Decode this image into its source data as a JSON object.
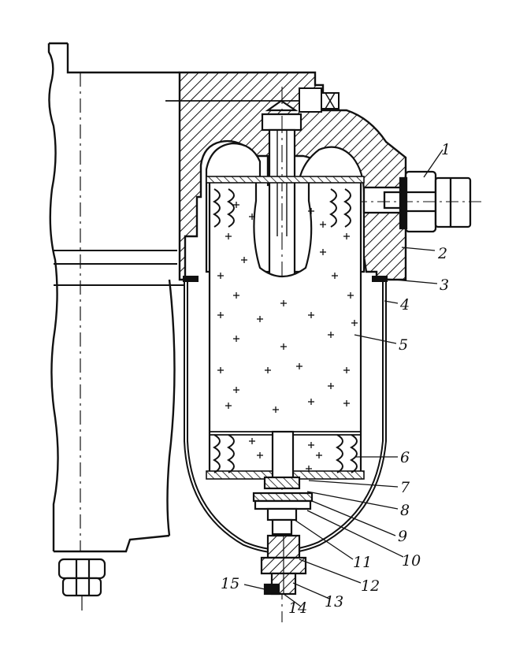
{
  "figure": {
    "kind": "technical-cross-section",
    "style": "black-and-white line drawing with hatched sections",
    "ink_color": "#111111",
    "paper_color": "#ffffff"
  },
  "callouts": [
    {
      "id": "c1",
      "label": "1"
    },
    {
      "id": "c2",
      "label": "2"
    },
    {
      "id": "c3",
      "label": "3"
    },
    {
      "id": "c4",
      "label": "4"
    },
    {
      "id": "c5",
      "label": "5"
    },
    {
      "id": "c6",
      "label": "6"
    },
    {
      "id": "c7",
      "label": "7"
    },
    {
      "id": "c8",
      "label": "8"
    },
    {
      "id": "c9",
      "label": "9"
    },
    {
      "id": "c10",
      "label": "10"
    },
    {
      "id": "c11",
      "label": "11"
    },
    {
      "id": "c12",
      "label": "12"
    },
    {
      "id": "c13",
      "label": "13"
    },
    {
      "id": "c14",
      "label": "14"
    },
    {
      "id": "c15",
      "label": "15"
    }
  ]
}
